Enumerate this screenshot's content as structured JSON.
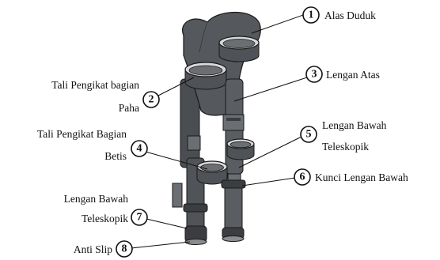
{
  "diagram": {
    "colors": {
      "body": "#55585c",
      "body_light": "#6b6e72",
      "body_dark": "#3b3d40",
      "rim": "#d8d8d8",
      "outline": "#1a1a1a"
    },
    "parts": [
      {
        "number": "1",
        "label_lines": [
          "Alas Duduk"
        ]
      },
      {
        "number": "2",
        "label_lines": [
          "Tali Pengikat bagian",
          "Paha"
        ]
      },
      {
        "number": "3",
        "label_lines": [
          "Lengan Atas"
        ]
      },
      {
        "number": "4",
        "label_lines": [
          "Tali Pengikat Bagian",
          "Betis"
        ]
      },
      {
        "number": "5",
        "label_lines": [
          "Lengan Bawah",
          "Teleskopik"
        ]
      },
      {
        "number": "6",
        "label_lines": [
          "Kunci Lengan Bawah"
        ]
      },
      {
        "number": "7",
        "label_lines": [
          "Lengan Bawah",
          "Teleskopik"
        ]
      },
      {
        "number": "8",
        "label_lines": [
          "Anti Slip"
        ]
      }
    ]
  }
}
